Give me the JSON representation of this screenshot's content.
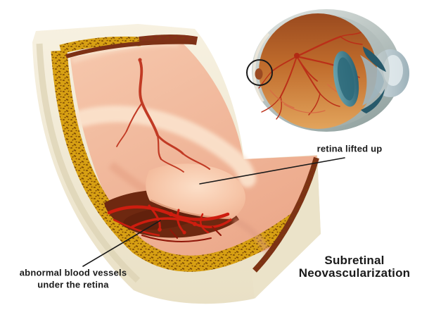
{
  "figure": {
    "title_line1": "Subretinal",
    "title_line2": "Neovascularization",
    "label_retina_lifted": "retina lifted up",
    "label_abnormal_line1": "abnormal blood vessels",
    "label_abnormal_line2": "under the retina"
  },
  "colors": {
    "background": "#ffffff",
    "ink": "#1a1a1a",
    "cream-dark": "#dcd2b2",
    "cream-face": "#ebe3c9",
    "gold": "#d7a013",
    "speckle": "#7b4806",
    "darklayer": "#7d3115",
    "pink": "#f0b296",
    "pink-highlight": "#fbe3cd",
    "cavity": "#6e2810",
    "vessel": "#c13a24",
    "tangle": "#ce1d0f",
    "tangle-dark": "#8f1608",
    "eye-vessel": "#bb2f18",
    "eye-vessel-light": "#d86a44",
    "ciliary": "#27596a",
    "anterior": "#9eb4bd",
    "lens-teal": "#2b6374"
  }
}
